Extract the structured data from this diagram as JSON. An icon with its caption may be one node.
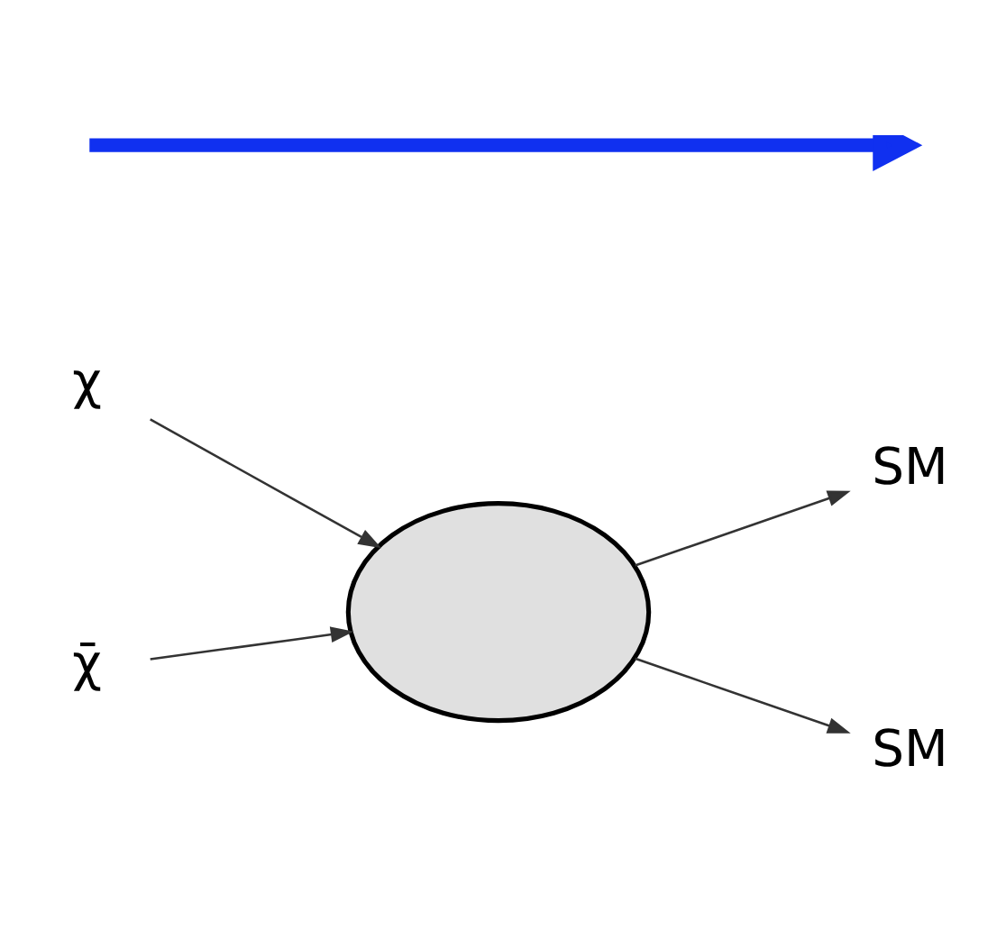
{
  "diagram": {
    "nodes": [
      {
        "text": [
          "χ"
        ]
      },
      {
        "text": [
          "χ̄"
        ]
      },
      {
        "text": [],
        "shape": "ellipse"
      },
      {
        "text": [
          "SM"
        ]
      },
      {
        "text": [
          "SM"
        ]
      }
    ],
    "edges": [
      {
        "from": 0,
        "to": 2,
        "arrow": "to"
      },
      {
        "from": 1,
        "to": 2,
        "arrow": "to"
      },
      {
        "from": 2,
        "to": 3,
        "arrow": "to"
      },
      {
        "from": 2,
        "to": 4,
        "arrow": "to"
      }
    ]
  }
}
